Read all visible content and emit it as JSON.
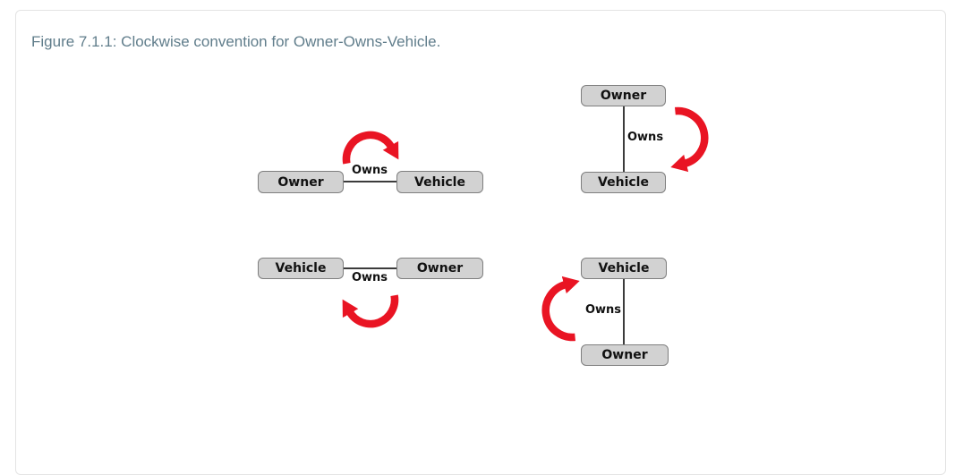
{
  "figure": {
    "caption": "Figure 7.1.1: Clockwise convention for Owner-Owns-Vehicle."
  },
  "diagrams": [
    {
      "name": "horizontal-label-above",
      "orientation": "horizontal",
      "boxes": [
        "Owner",
        "Vehicle"
      ],
      "label": "Owns",
      "label_position": "above-line",
      "arrow": "clockwise-arc-over-top"
    },
    {
      "name": "vertical-label-right",
      "orientation": "vertical",
      "boxes": [
        "Owner",
        "Vehicle"
      ],
      "label": "Owns",
      "label_position": "right-of-line",
      "arrow": "clockwise-arc-right-side-downward"
    },
    {
      "name": "horizontal-label-below",
      "orientation": "horizontal",
      "boxes": [
        "Vehicle",
        "Owner"
      ],
      "label": "Owns",
      "label_position": "below-line",
      "arrow": "clockwise-arc-under-bottom"
    },
    {
      "name": "vertical-label-left",
      "orientation": "vertical",
      "boxes": [
        "Vehicle",
        "Owner"
      ],
      "label": "Owns",
      "label_position": "left-of-line",
      "arrow": "clockwise-arc-left-side-upward"
    }
  ],
  "colors": {
    "arrow_red": "#e91423",
    "box_fill": "#d2d2d2",
    "box_border": "#7e7e7e",
    "caption_text": "#607d8b",
    "panel_border": "#e4e4e4",
    "connector": "#3c3c3c"
  }
}
